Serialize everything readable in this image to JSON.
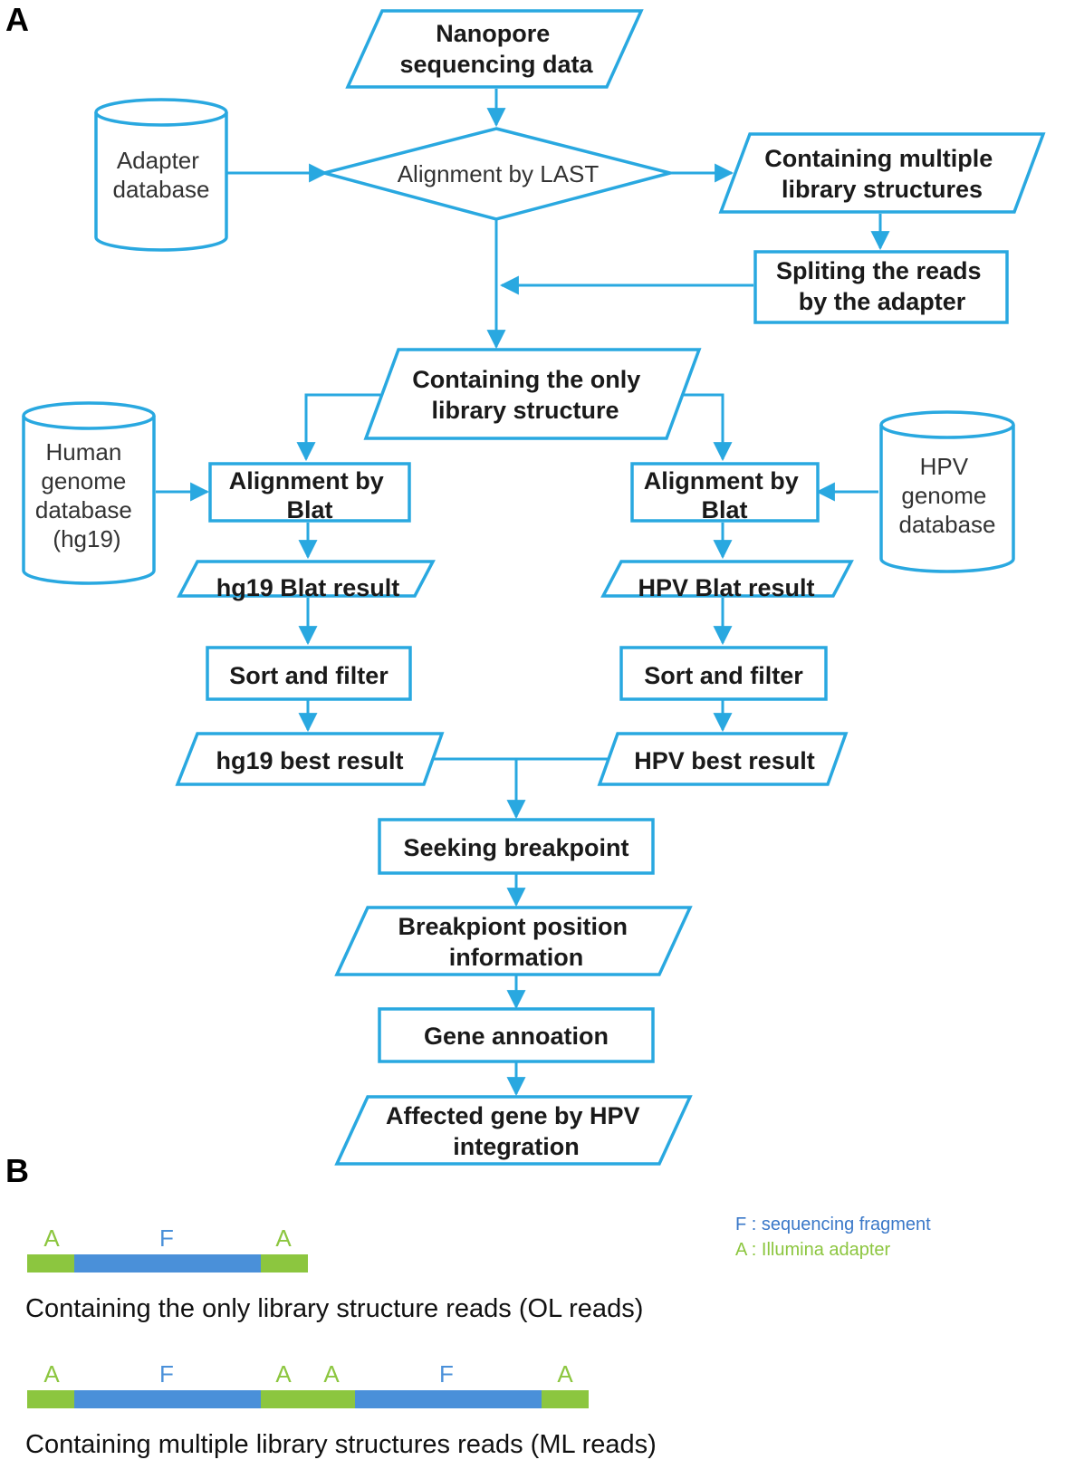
{
  "panel_a": {
    "label": "A",
    "nodes": {
      "nanopore": [
        "Nanopore",
        "sequencing data"
      ],
      "adapter_db": [
        "Adapter",
        "database"
      ],
      "align_last": [
        "Alignment  by LAST"
      ],
      "multiple_lib": [
        "Containing multiple",
        "library structures"
      ],
      "splitting": [
        "Spliting the reads",
        "by the adapter"
      ],
      "only_lib": [
        "Containing the only",
        "library structure"
      ],
      "human_db": [
        "Human",
        "genome",
        "database",
        "(hg19)"
      ],
      "hpv_db": [
        "HPV",
        "genome",
        "database"
      ],
      "align_blat_left": [
        "Alignment by",
        "Blat"
      ],
      "align_blat_right": [
        "Alignment by",
        "Blat"
      ],
      "hg19_blat_result": [
        "hg19 Blat result"
      ],
      "hpv_blat_result": [
        "HPV Blat result"
      ],
      "sort_filter_left": [
        "Sort and filter"
      ],
      "sort_filter_right": [
        "Sort and filter"
      ],
      "hg19_best": [
        "hg19 best result"
      ],
      "hpv_best": [
        "HPV best result"
      ],
      "seeking_breakpoint": [
        "Seeking breakpoint"
      ],
      "breakpoint_info": [
        "Breakpiont position",
        "information"
      ],
      "gene_annotation": [
        "Gene annoation"
      ],
      "affected_gene": [
        "Affected gene by HPV",
        "integration"
      ]
    }
  },
  "panel_b": {
    "label": "B",
    "legend": {
      "fragment": "F : sequencing fragment",
      "adapter": "A : Illumina adapter"
    },
    "segment_letters": {
      "adapter": "A",
      "fragment": "F"
    },
    "ol_caption": "Containing the only library structure reads (OL reads)",
    "ml_caption": "Containing multiple library structures reads (ML reads)"
  },
  "colors": {
    "flow_stroke": "#29a8e0",
    "adapter_green": "#8cc63f",
    "fragment_blue": "#4a90d9",
    "legend_blue": "#3a78c8",
    "legend_green": "#8cc63f"
  }
}
